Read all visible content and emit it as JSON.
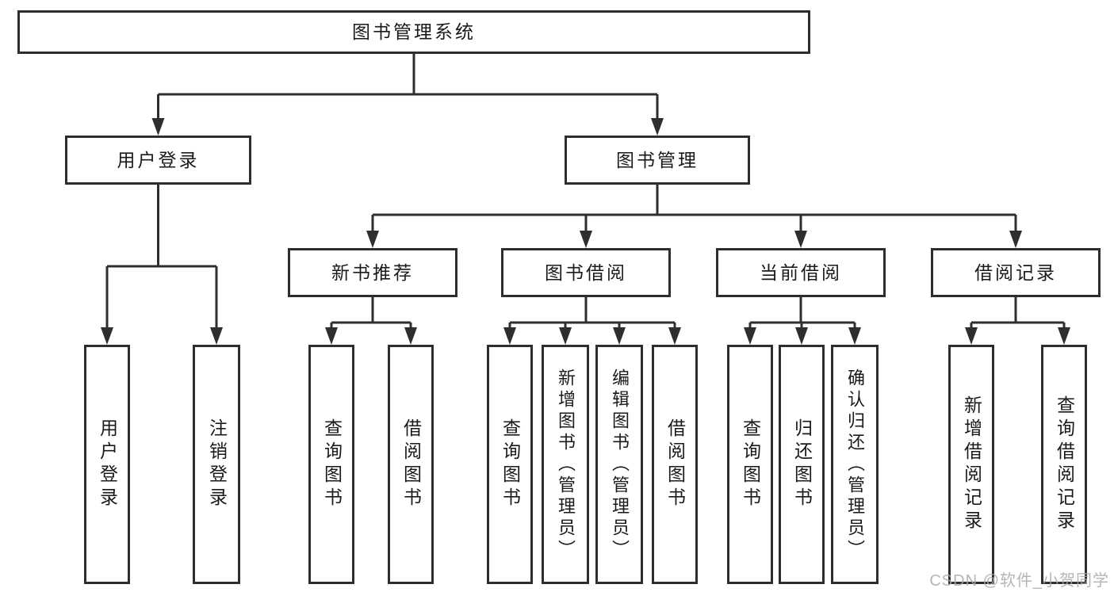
{
  "watermark": "CSDN @软件_小贺同学",
  "colors": {
    "line": "#2e2e2e",
    "box_border": "#2e2e2e",
    "box_bg": "#ffffff",
    "text": "#1a1a1a",
    "watermark": "#a9a9a9"
  },
  "tree": {
    "label": "图书管理系统",
    "children": [
      {
        "label": "用户登录",
        "children": [
          {
            "label": "用户登录"
          },
          {
            "label": "注销登录"
          }
        ]
      },
      {
        "label": "图书管理",
        "children": [
          {
            "label": "新书推荐",
            "children": [
              {
                "label": "查询图书"
              },
              {
                "label": "借阅图书"
              }
            ]
          },
          {
            "label": "图书借阅",
            "children": [
              {
                "label": "查询图书"
              },
              {
                "label": "新增图书（管理员）"
              },
              {
                "label": "编辑图书（管理员）"
              },
              {
                "label": "借阅图书"
              }
            ]
          },
          {
            "label": "当前借阅",
            "children": [
              {
                "label": "查询图书"
              },
              {
                "label": "归还图书"
              },
              {
                "label": "确认归还（管理员）"
              }
            ]
          },
          {
            "label": "借阅记录",
            "children": [
              {
                "label": "新增借阅记录"
              },
              {
                "label": "查询借阅记录"
              }
            ]
          }
        ]
      }
    ]
  }
}
